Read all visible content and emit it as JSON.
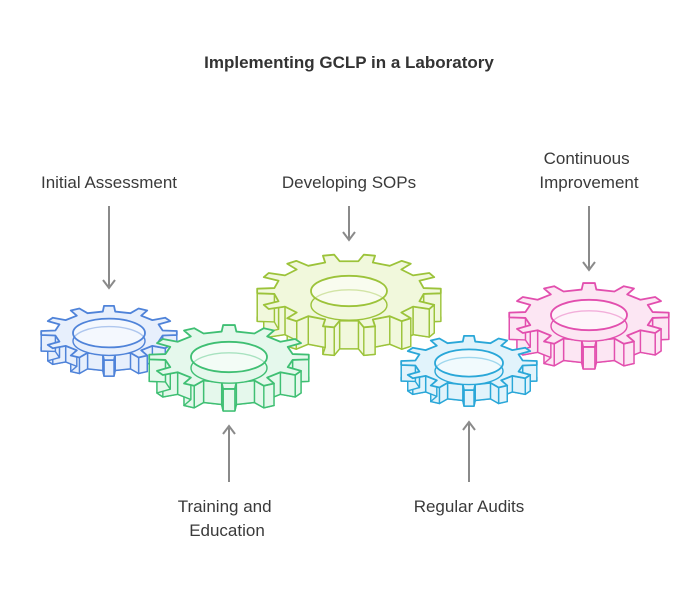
{
  "title": "Implementing GCLP in a Laboratory",
  "steps": [
    {
      "name": "initial-assessment",
      "lines": [
        "Initial Assessment"
      ],
      "color": "#4f83d9",
      "fill": "#e7effc"
    },
    {
      "name": "training-and-education",
      "lines": [
        "Training and",
        "Education"
      ],
      "color": "#3fbf73",
      "fill": "#e5f8ec"
    },
    {
      "name": "developing-sops",
      "lines": [
        "Developing SOPs"
      ],
      "color": "#9cc33a",
      "fill": "#f1f8dc"
    },
    {
      "name": "regular-audits",
      "lines": [
        "Regular Audits"
      ],
      "color": "#2aa7d8",
      "fill": "#e1f3fb"
    },
    {
      "name": "continuous-improvement",
      "lines": [
        "Continuous",
        "Improvement"
      ],
      "color": "#e24fae",
      "fill": "#fce6f3"
    }
  ]
}
